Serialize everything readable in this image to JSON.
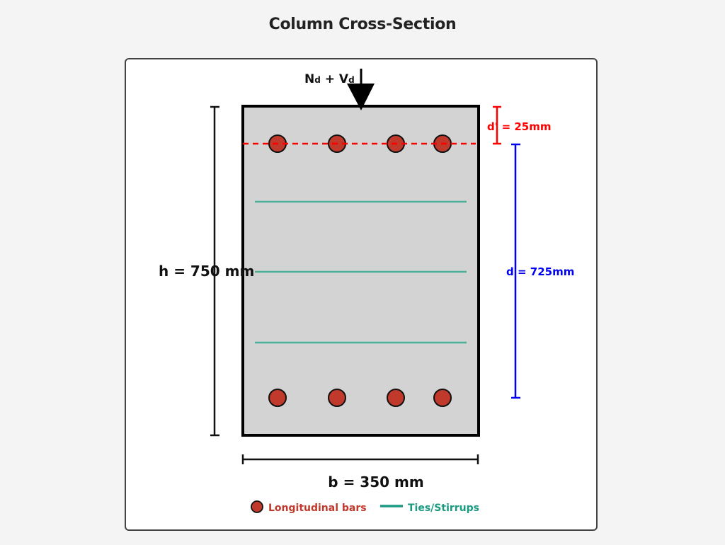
{
  "title": "Column Cross-Section",
  "load": {
    "label_main": "N",
    "label_sub1": "d",
    "label_plus": " + V",
    "label_sub2": "d"
  },
  "dimensions": {
    "height_label": "h = 750 mm",
    "width_label": "b = 350 mm",
    "cover_label_d": "d",
    "cover_label_rest": "' = 25mm",
    "effective_depth_label_d": "d",
    "effective_depth_label_rest": " = 725mm"
  },
  "legend": {
    "bars_label": "Longitudinal bars",
    "ties_label": "Ties/Stirrups"
  },
  "colors": {
    "background": "#f4f4f4",
    "section_fill": "#d3d3d3",
    "section_stroke": "#000000",
    "bar_fill": "#c0392b",
    "tie_color": "#4caf98",
    "cover_color": "#ff0000",
    "depth_color": "#0000ee",
    "legend_bar_text": "#c0392b",
    "legend_tie_text": "#1a9a80"
  },
  "section": {
    "width_mm": 350,
    "height_mm": 750,
    "cover_mm": 25,
    "effective_depth_mm": 725,
    "top_bars": 4,
    "bottom_bars": 4,
    "ties": 3
  }
}
